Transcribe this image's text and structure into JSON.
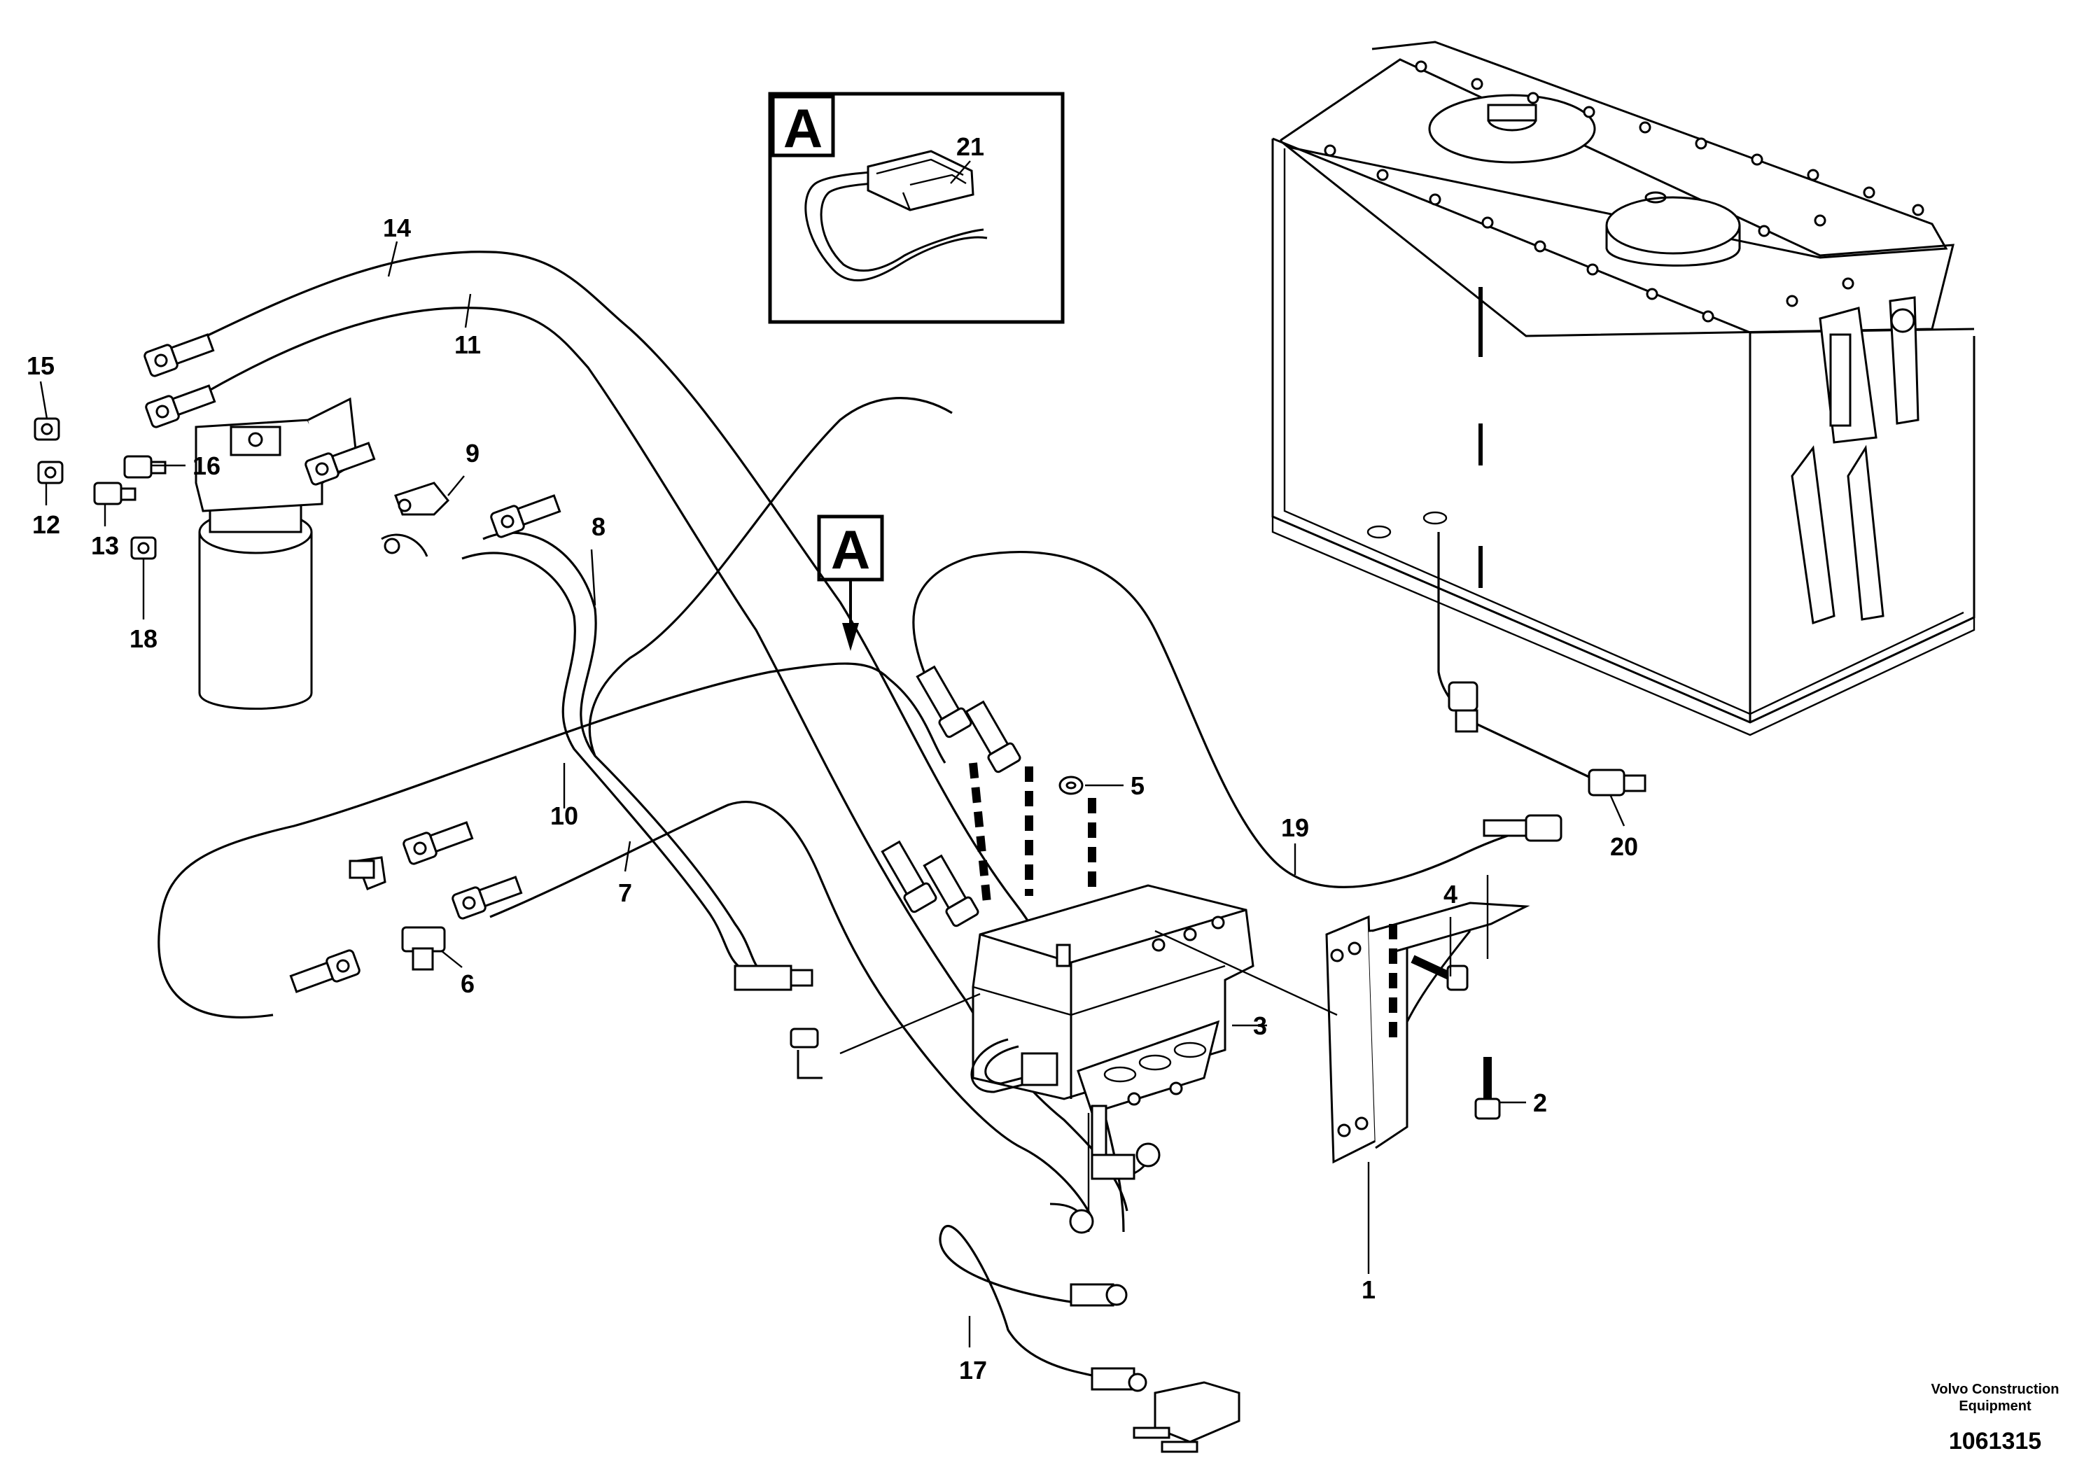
{
  "detail_box": {
    "label": "A",
    "part_number": "21"
  },
  "section_marker": {
    "label": "A"
  },
  "callouts": {
    "c1": "1",
    "c2": "2",
    "c3": "3",
    "c4": "4",
    "c5": "5",
    "c6": "6",
    "c7": "7",
    "c8": "8",
    "c9": "9",
    "c10": "10",
    "c11": "11",
    "c12": "12",
    "c13": "13",
    "c14": "14",
    "c15": "15",
    "c16": "16",
    "c17": "17",
    "c18": "18",
    "c19": "19",
    "c20": "20"
  },
  "footer": {
    "brand_line1": "Volvo Construction",
    "brand_line2": "Equipment",
    "drawing_number": "1061315"
  }
}
